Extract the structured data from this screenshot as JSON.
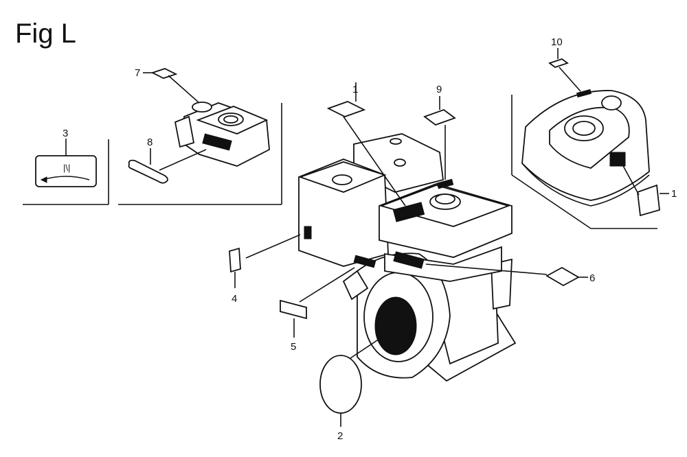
{
  "figure": {
    "title": "Fig L",
    "callouts": [
      "1",
      "2",
      "3",
      "4",
      "5",
      "6",
      "7",
      "8",
      "9",
      "10",
      "1"
    ],
    "colors": {
      "ink": "#111111",
      "paper": "#ffffff"
    }
  }
}
